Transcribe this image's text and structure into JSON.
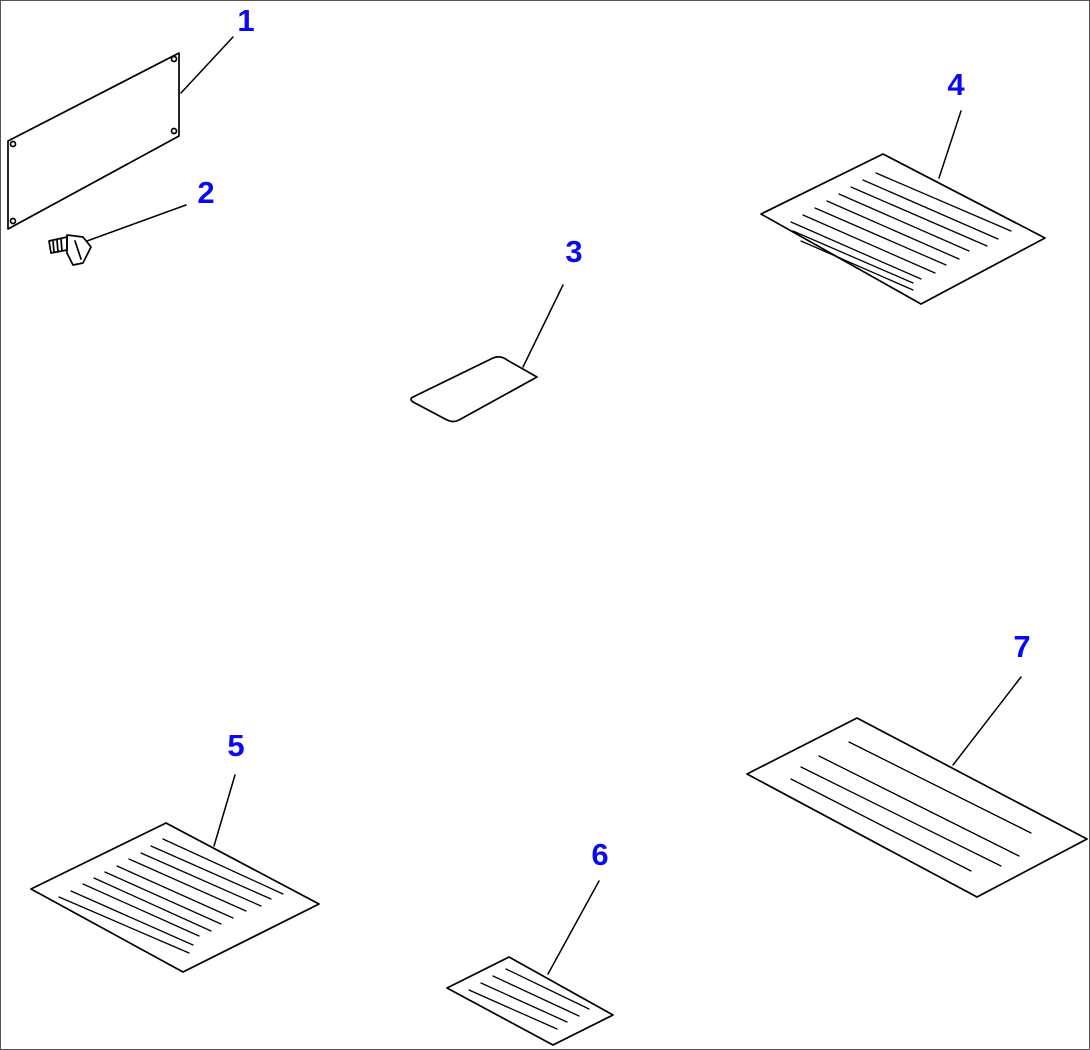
{
  "diagram": {
    "label_color": "#0a0af0",
    "line_color": "#000000",
    "parts": [
      {
        "label": "1"
      },
      {
        "label": "2"
      },
      {
        "label": "3"
      },
      {
        "label": "4"
      },
      {
        "label": "5"
      },
      {
        "label": "6"
      },
      {
        "label": "7"
      }
    ]
  }
}
